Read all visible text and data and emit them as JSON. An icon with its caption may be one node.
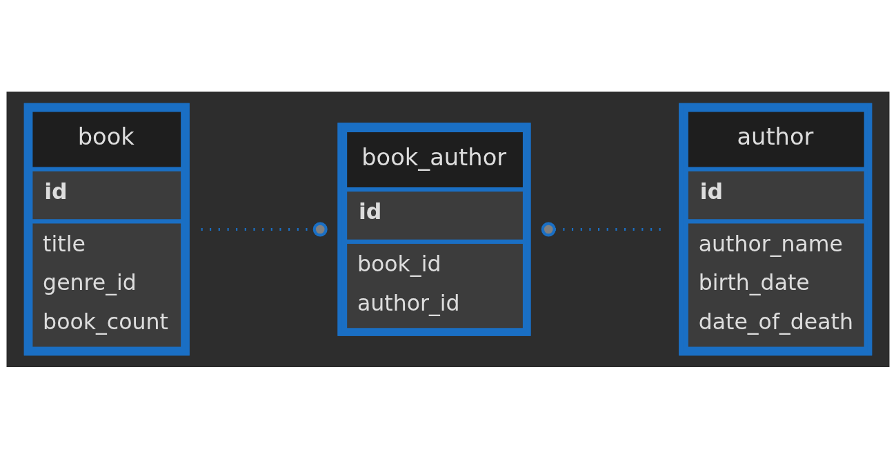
{
  "diagram": {
    "nodes": [
      {
        "text": [
          "book_author",
          "id",
          "book_id",
          "author_id"
        ]
      },
      {
        "text": [
          "book",
          "id",
          "title",
          "genre_id",
          "book_count"
        ]
      },
      {
        "text": [
          "author",
          "id",
          "author_name",
          "birth_date",
          "date_of_death"
        ]
      }
    ],
    "edges": [
      {
        "from": 1,
        "to": 0,
        "arrow": "other",
        "style": "dashed"
      },
      {
        "from": 2,
        "to": 0,
        "arrow": "other",
        "style": "dashed"
      }
    ]
  }
}
